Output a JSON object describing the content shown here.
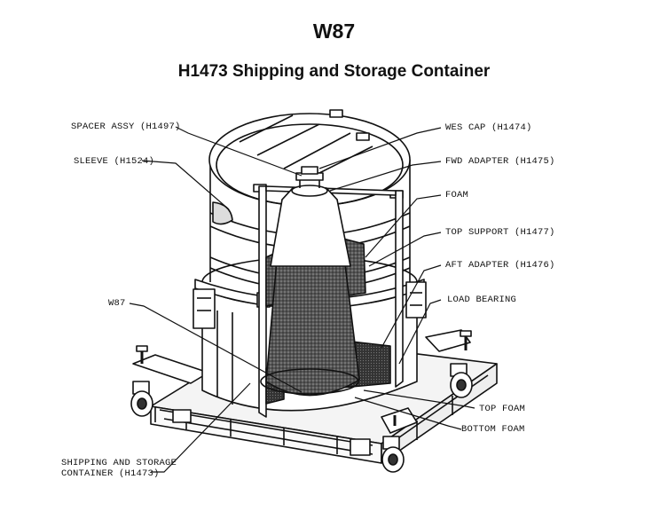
{
  "header": {
    "title": "W87",
    "subtitle": "H1473 Shipping and Storage Container"
  },
  "labels": {
    "spacer_assy": "SPACER ASSY (H1497)",
    "sleeve": "SLEEVE (H1524)",
    "wes_cap": "WES CAP (H1474)",
    "fwd_adapter": "FWD ADAPTER (H1475)",
    "foam": "FOAM",
    "top_support": "TOP SUPPORT (H1477)",
    "aft_adapter": "AFT ADAPTER (H1476)",
    "load_bearing": "LOAD BEARING",
    "w87": "W87",
    "top_foam": "TOP FOAM",
    "bottom_foam": "BOTTOM FOAM",
    "container_line1": "SHIPPING AND STORAGE",
    "container_line2": "CONTAINER (H1473)"
  }
}
